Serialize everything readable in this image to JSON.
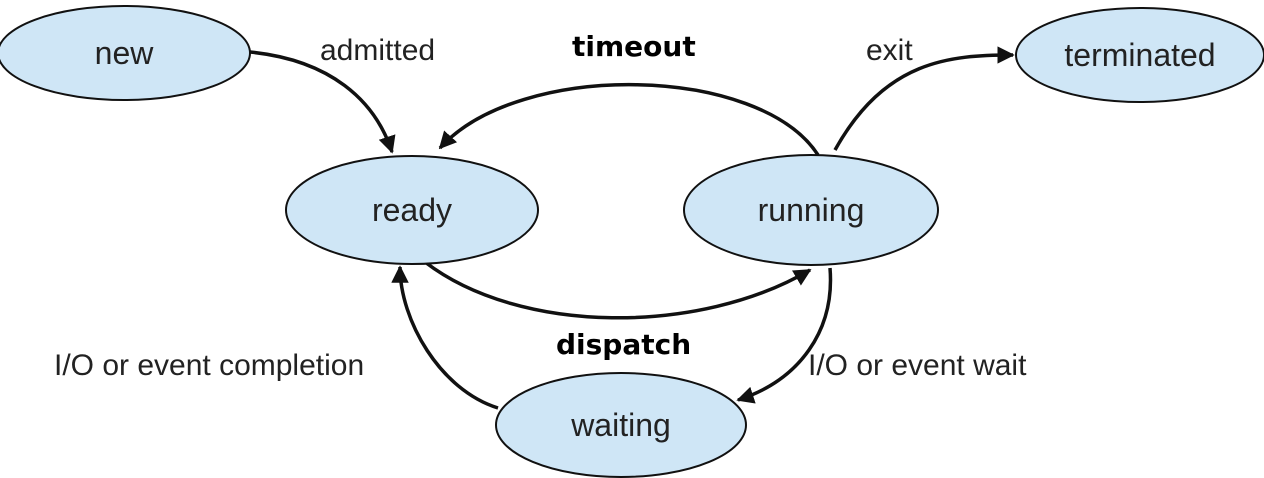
{
  "states": {
    "new": "new",
    "ready": "ready",
    "running": "running",
    "terminated": "terminated",
    "waiting": "waiting"
  },
  "transitions": {
    "admitted": "admitted",
    "timeout": "timeout",
    "exit": "exit",
    "dispatch": "dispatch",
    "io_completion": "I/O or event completion",
    "io_wait": "I/O or event wait"
  },
  "colors": {
    "state_fill": "#cfe6f6",
    "stroke": "#111111"
  }
}
